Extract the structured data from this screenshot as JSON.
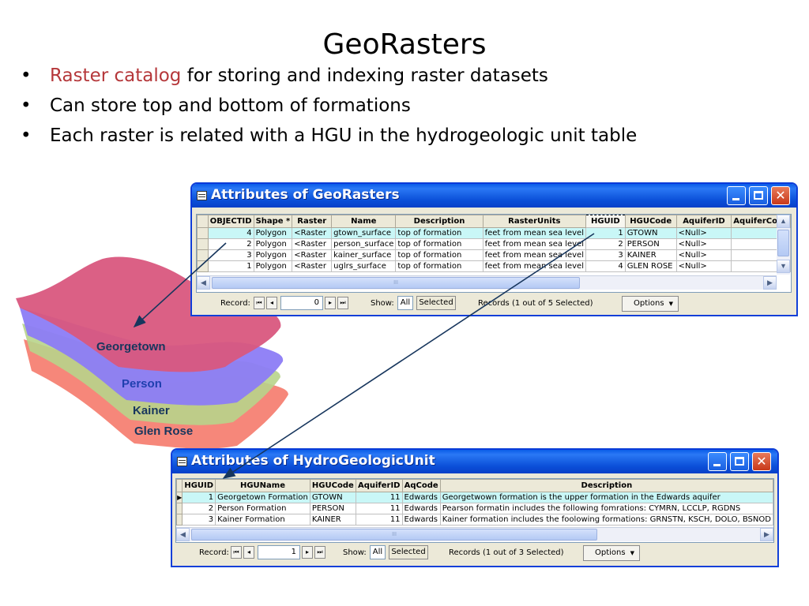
{
  "slide": {
    "title": "GeoRasters",
    "bullets": [
      {
        "highlight": "Raster catalog",
        "text": " for storing and indexing raster datasets"
      },
      {
        "highlight": "",
        "text": "Can store top and bottom of formations"
      },
      {
        "highlight": "",
        "text": "Each raster is related with a HGU in the hydrogeologic unit table"
      }
    ],
    "bullet_symbol": "•"
  },
  "layers": {
    "labels": [
      "Georgetown",
      "Person",
      "Kainer",
      "Glen Rose"
    ],
    "colors": {
      "georgetown": "#d9577e",
      "person": "#8c7cf5",
      "kainer": "#b8d48b",
      "glen_rose": "#f57a6b",
      "label_dark": "#17365d",
      "label_blue": "#1f3faf"
    }
  },
  "window1": {
    "title": "Attributes of GeoRasters",
    "columns": [
      "OBJECTID",
      "Shape *",
      "Raster",
      "Name",
      "Description",
      "RasterUnits",
      "HGUID",
      "HGUCode",
      "AquiferID",
      "AquiferCode"
    ],
    "rows": [
      [
        "4",
        "Polygon",
        "<Raster",
        "gtown_surface",
        "top of formation",
        "feet from mean sea level",
        "1",
        "GTOWN",
        "<Null>",
        ""
      ],
      [
        "2",
        "Polygon",
        "<Raster",
        "person_surface",
        "top of formation",
        "feet from mean sea level",
        "2",
        "PERSON",
        "<Null>",
        ""
      ],
      [
        "3",
        "Polygon",
        "<Raster",
        "kainer_surface",
        "top of formation",
        "feet from mean sea level",
        "3",
        "KAINER",
        "<Null>",
        ""
      ],
      [
        "1",
        "Polygon",
        "<Raster",
        "uglrs_surface",
        "top of formation",
        "feet from mean sea level",
        "4",
        "GLEN ROSE",
        "<Null>",
        ""
      ]
    ],
    "selected_row": 0,
    "status": {
      "record_label": "Record:",
      "record_value": "0",
      "show_label": "Show:",
      "all_label": "All",
      "selected_label": "Selected",
      "records_text": "Records (1 out of 5 Selected)",
      "options_label": "Options"
    }
  },
  "window2": {
    "title": "Attributes of HydroGeologicUnit",
    "columns": [
      "HGUID",
      "HGUName",
      "HGUCode",
      "AquiferID",
      "AqCode",
      "Description"
    ],
    "rows": [
      [
        "1",
        "Georgetown Formation",
        "GTOWN",
        "11",
        "Edwards",
        "Georgetwown formation is the upper formation in the Edwards aquifer"
      ],
      [
        "2",
        "Person Formation",
        "PERSON",
        "11",
        "Edwards",
        "Pearson formatin includes the following fomrations: CYMRN, LCCLP, RGDNS"
      ],
      [
        "3",
        "Kainer Formation",
        "KAINER",
        "11",
        "Edwards",
        "Kainer formation includes the foolowing formations: GRNSTN, KSCH, DOLO, BSNOD"
      ]
    ],
    "selected_row": 0,
    "status": {
      "record_label": "Record:",
      "record_value": "1",
      "show_label": "Show:",
      "all_label": "All",
      "selected_label": "Selected",
      "records_text": "Records (1 out of 3 Selected)",
      "options_label": "Options"
    }
  },
  "icons": {
    "window_icon": "table-icon",
    "minimize": "minimize-icon",
    "maximize": "maximize-icon",
    "close": "close-icon",
    "first": "first-record-icon",
    "prev": "previous-record-icon",
    "next": "next-record-icon",
    "last": "last-record-icon",
    "scroll_left": "scroll-left-icon",
    "scroll_right": "scroll-right-icon",
    "scroll_up": "scroll-up-icon",
    "scroll_down": "scroll-down-icon",
    "dropdown": "dropdown-caret-icon"
  },
  "glyphs": {
    "close": "✕",
    "first": "⏮",
    "prev": "◂",
    "next": "▸",
    "last": "⏭",
    "left": "◀",
    "right": "▶",
    "up": "▲",
    "down": "▼",
    "caret": "▼",
    "row_pointer": "▶",
    "scroll_grip": "III"
  }
}
